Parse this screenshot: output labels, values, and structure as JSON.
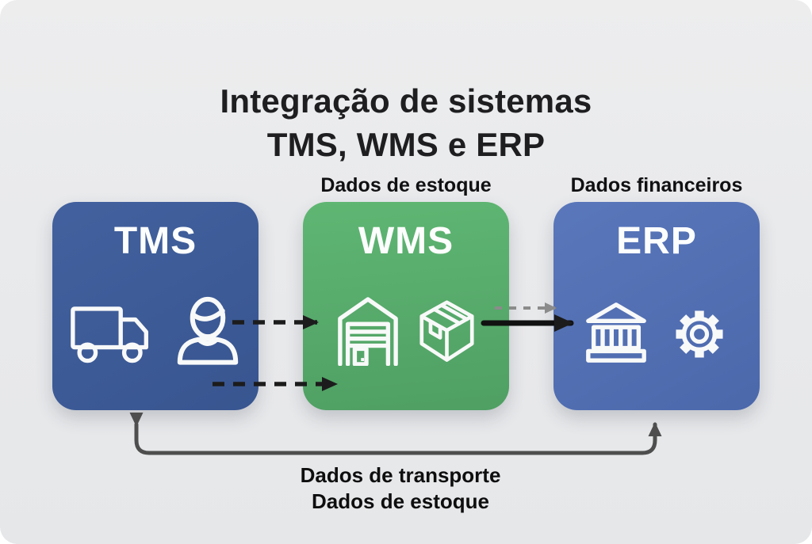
{
  "title": {
    "line1": "Integração de sistemas",
    "line2": "TMS, WMS e ERP"
  },
  "top_labels": {
    "wms": "Dados de estoque",
    "erp": "Dados financeiros"
  },
  "systems": [
    {
      "label": "TMS",
      "icons": [
        "truck-icon",
        "person-icon"
      ]
    },
    {
      "label": "WMS",
      "icons": [
        "warehouse-icon",
        "package-icon"
      ]
    },
    {
      "label": "ERP",
      "icons": [
        "bank-icon",
        "gear-icon"
      ]
    }
  ],
  "bottom_label": {
    "line1": "Dados de transporte",
    "line2": "Dados de estoque"
  },
  "arrows": {
    "tms_to_wms_upper": {
      "style": "dashed",
      "color": "black",
      "direction": "right"
    },
    "tms_to_wms_lower": {
      "style": "dashed",
      "color": "black",
      "direction": "right"
    },
    "wms_to_erp_dashed": {
      "style": "dashed",
      "color": "gray",
      "direction": "right"
    },
    "wms_to_erp_solid": {
      "style": "solid",
      "color": "black",
      "direction": "right"
    },
    "tms_erp_return_loop": {
      "style": "solid",
      "color": "dark-gray",
      "direction": "both-up"
    }
  },
  "colors": {
    "bg": "#e9eaec",
    "ink": "#1e1e20",
    "tms_a": "#42619e",
    "tms_b": "#385590",
    "wms_a": "#5fb673",
    "wms_b": "#4f9f63",
    "erp_a": "#5a77bb",
    "erp_b": "#4b68ab",
    "arrow_black": "#1c1c1c",
    "arrow_gray": "#8b8b8b",
    "connector": "#4e4e4e"
  }
}
